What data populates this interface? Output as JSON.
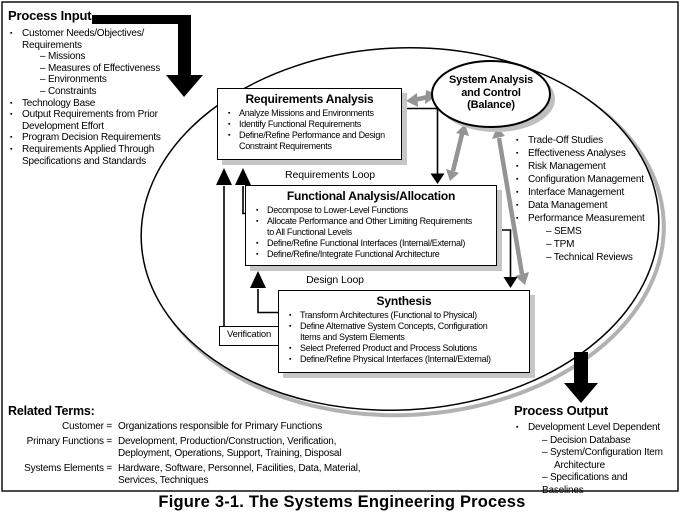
{
  "caption": "Figure 3-1. The Systems Engineering Process",
  "colors": {
    "gray_arrow": "#949494",
    "box_shadow": "#c6c6c6",
    "ellipse_shadow": "#b2b2b2"
  },
  "process_input": {
    "title": "Process Input",
    "items": [
      {
        "lines": [
          "Customer Needs/Objectives/",
          "Requirements"
        ],
        "subs": [
          "– Missions",
          "– Measures of Effectiveness",
          "– Environments",
          "– Constraints"
        ]
      },
      {
        "lines": [
          "Technology Base"
        ],
        "subs": []
      },
      {
        "lines": [
          "Output Requirements from Prior",
          "Development Effort"
        ],
        "subs": []
      },
      {
        "lines": [
          "Program Decision Requirements"
        ],
        "subs": []
      },
      {
        "lines": [
          "Requirements Applied Through",
          "Specifications and Standards"
        ],
        "subs": []
      }
    ]
  },
  "requirements_analysis": {
    "title": "Requirements Analysis",
    "bullets": [
      [
        "Analyze Missions and Environments"
      ],
      [
        "Identify Functional Requirements"
      ],
      [
        "Define/Refine Performance and Design",
        "Constraint Requirements"
      ]
    ]
  },
  "functional_analysis": {
    "title": "Functional Analysis/Allocation",
    "bullets": [
      [
        "Decompose to Lower-Level Functions"
      ],
      [
        "Allocate Performance and Other Limiting Requirements",
        "to All Functional Levels"
      ],
      [
        "Define/Refine Functional Interfaces (Internal/External)"
      ],
      [
        "Define/Refine/Integrate Functional Architecture"
      ]
    ]
  },
  "synthesis": {
    "title": "Synthesis",
    "bullets": [
      [
        "Transform Architectures (Functional to Physical)"
      ],
      [
        "Define Alternative System Concepts, Configuration",
        "Items and System Elements"
      ],
      [
        "Select Preferred Product and Process Solutions"
      ],
      [
        "Define/Refine Physical Interfaces (Internal/External)"
      ]
    ]
  },
  "system_analysis_control": {
    "lines": [
      "System Analysis",
      "and Control",
      "(Balance)"
    ]
  },
  "loops": {
    "requirements": "Requirements Loop",
    "design": "Design Loop",
    "verification": "Verification"
  },
  "control_list": {
    "items": [
      "Trade-Off Studies",
      "Effectiveness Analyses",
      "Risk Management",
      "Configuration Management",
      "Interface Management",
      "Data Management",
      "Performance Measurement"
    ],
    "subs": [
      "– SEMS",
      "– TPM",
      "– Technical Reviews"
    ]
  },
  "process_output": {
    "title": "Process Output",
    "item": "Development Level Dependent",
    "subs": [
      [
        "– Decision Database"
      ],
      [
        "– System/Configuration Item",
        "Architecture"
      ],
      [
        "– Specifications and Baselines"
      ]
    ]
  },
  "related_terms": {
    "title": "Related Terms:",
    "rows": [
      {
        "term": "Customer =",
        "def": "Organizations responsible for Primary Functions"
      },
      {
        "term": "Primary Functions =",
        "def": "Development, Production/Construction, Verification, Deployment, Operations, Support, Training, Disposal"
      },
      {
        "term": "Systems Elements =",
        "def": "Hardware, Software, Personnel, Facilities, Data, Material, Services, Techniques"
      }
    ]
  }
}
